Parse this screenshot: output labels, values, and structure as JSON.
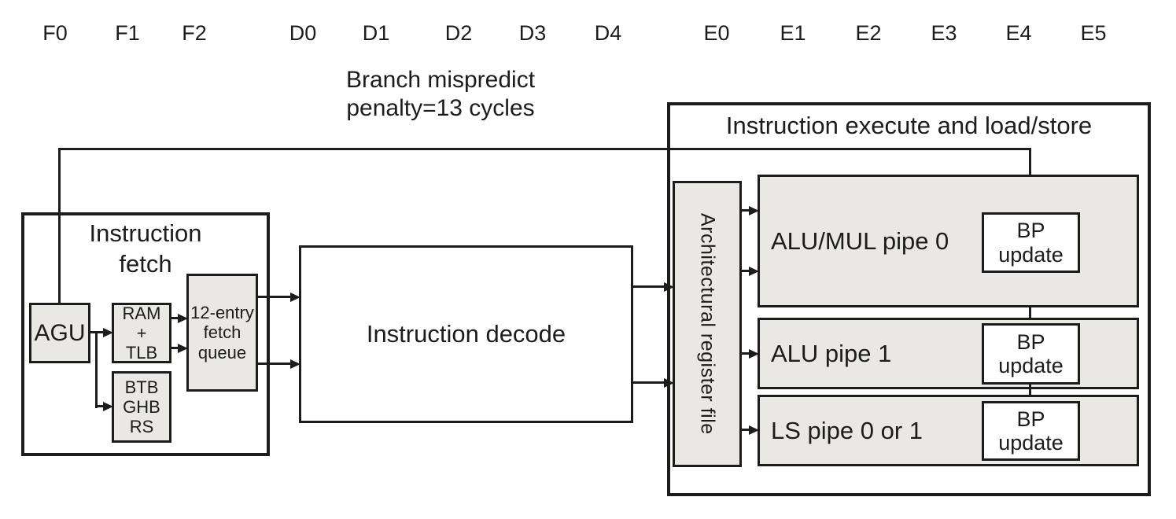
{
  "pipeline_stages": [
    "F0",
    "F1",
    "F2",
    "D0",
    "D1",
    "D2",
    "D3",
    "D4",
    "E0",
    "E1",
    "E2",
    "E3",
    "E4",
    "E5"
  ],
  "annotation": "Branch mispredict\npenalty=13 cycles",
  "fetch_unit": {
    "title": "Instruction\nfetch",
    "agu": "AGU",
    "ram_tlb": "RAM\n+\nTLB",
    "branch_predictors": "BTB\nGHB\nRS",
    "fetch_queue": "12-entry\nfetch\nqueue"
  },
  "decode_unit": {
    "title": "Instruction decode"
  },
  "execute_unit": {
    "title": "Instruction execute and load/store",
    "register_file": "Architectural register file",
    "pipes": [
      {
        "label": "ALU/MUL pipe 0",
        "bp": "BP\nupdate"
      },
      {
        "label": "ALU pipe 1",
        "bp": "BP\nupdate"
      },
      {
        "label": "LS pipe 0 or 1",
        "bp": "BP\nupdate"
      }
    ]
  },
  "colors": {
    "block_fill": "#e9e8e5",
    "line": "#1c1c1a",
    "background": "#ffffff"
  }
}
